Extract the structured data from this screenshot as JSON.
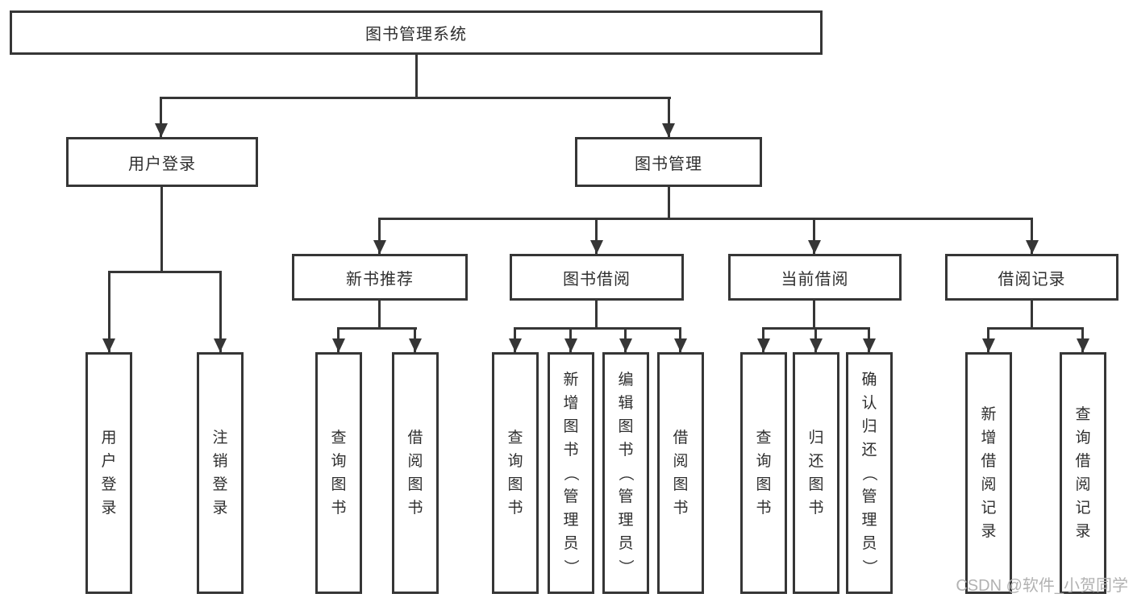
{
  "colors": {
    "line": "#363636",
    "text": "#2f2f2f",
    "background": "#ffffff",
    "watermark": "#b2b2b2"
  },
  "root": {
    "label": "图书管理系统"
  },
  "level2": [
    {
      "label": "用户登录"
    },
    {
      "label": "图书管理"
    }
  ],
  "level3": [
    {
      "label": "新书推荐"
    },
    {
      "label": "图书借阅"
    },
    {
      "label": "当前借阅"
    },
    {
      "label": "借阅记录"
    }
  ],
  "leaves": [
    {
      "label": "用户登录"
    },
    {
      "label": "注销登录"
    },
    {
      "label": "查询图书"
    },
    {
      "label": "借阅图书"
    },
    {
      "label": "查询图书"
    },
    {
      "label": "新增图书（管理员）"
    },
    {
      "label": "编辑图书（管理员）"
    },
    {
      "label": "借阅图书"
    },
    {
      "label": "查询图书"
    },
    {
      "label": "归还图书"
    },
    {
      "label": "确认归还（管理员）"
    },
    {
      "label": "新增借阅记录"
    },
    {
      "label": "查询借阅记录"
    }
  ],
  "watermark": {
    "text": "CSDN @软件_小贺同学"
  }
}
